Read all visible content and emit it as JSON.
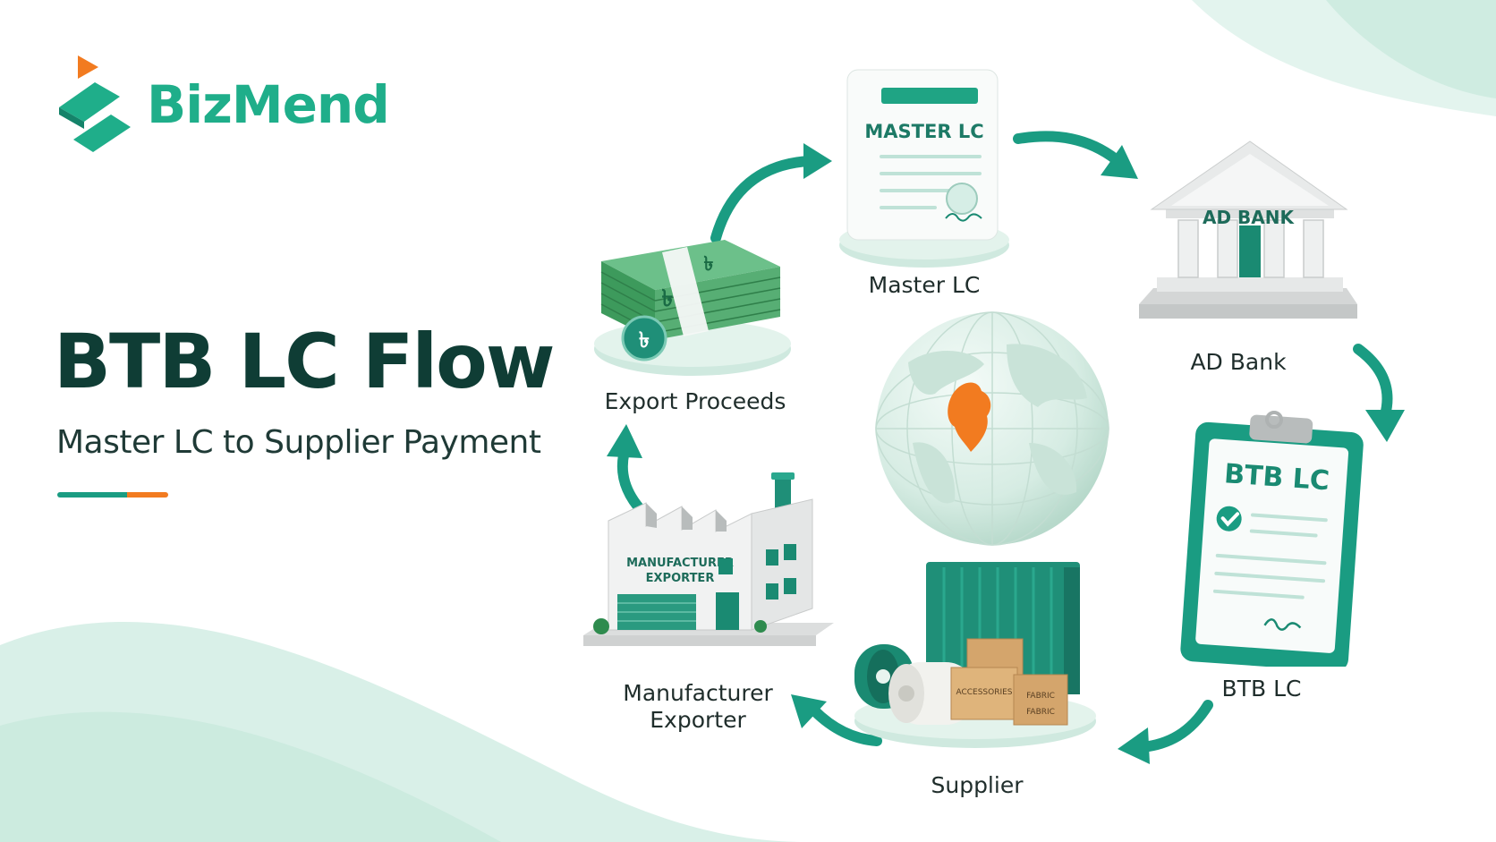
{
  "brand": {
    "name": "BizMend"
  },
  "hero": {
    "title": "BTB LC Flow",
    "subtitle": "Master LC to Supplier Payment"
  },
  "colors": {
    "brand_green": "#1fae8a",
    "dark_teal": "#0f3d35",
    "accent_orange": "#f27b20",
    "arrow_teal": "#1a9c82",
    "mint": "#d8efe7"
  },
  "diagram": {
    "center": {
      "icon": "globe-bangladesh-icon"
    },
    "nodes": [
      {
        "id": "master-lc",
        "label": "Master LC",
        "icon": "document-icon",
        "doc_title": "MASTER LC"
      },
      {
        "id": "ad-bank",
        "label": "AD Bank",
        "icon": "bank-icon",
        "sign": "AD BANK"
      },
      {
        "id": "btb-lc",
        "label": "BTB LC",
        "icon": "clipboard-icon",
        "doc_title": "BTB LC"
      },
      {
        "id": "supplier",
        "label": "Supplier",
        "icon": "container-icon",
        "box_labels": [
          "ACCESSORIES",
          "FABRIC",
          "FABRIC"
        ]
      },
      {
        "id": "manufacturer",
        "label": "Manufacturer\nExporter",
        "icon": "factory-icon",
        "sign_lines": [
          "MANUFACTURER",
          "EXPORTER"
        ]
      },
      {
        "id": "export-proceeds",
        "label": "Export Proceeds",
        "icon": "cash-icon",
        "currency_symbol": "৳"
      }
    ]
  }
}
